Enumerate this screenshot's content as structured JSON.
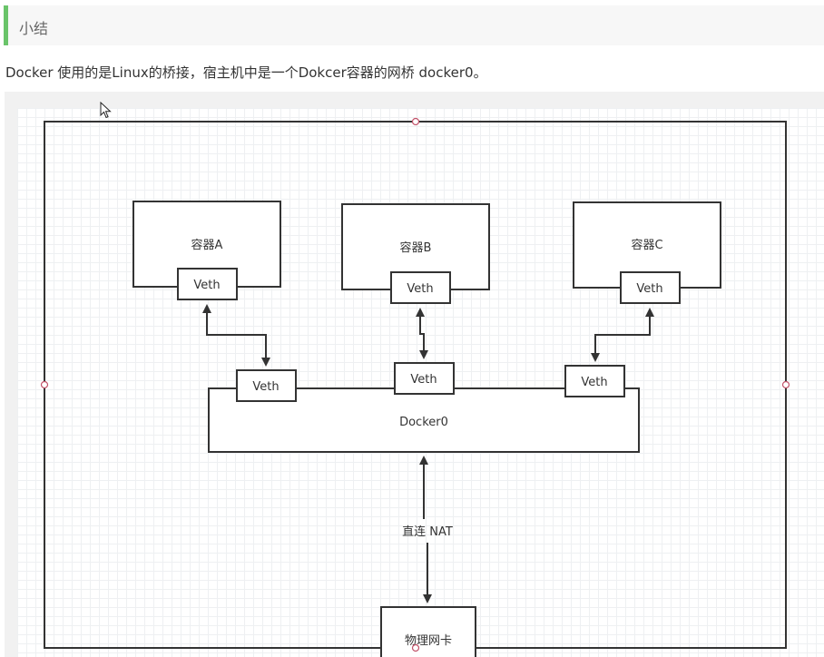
{
  "header": {
    "title": "小结"
  },
  "intro": {
    "text": "Docker 使用的是Linux的桥接，宿主机中是一个Dokcer容器的网桥  docker0。"
  },
  "diagram": {
    "containers": [
      {
        "name": "容器A",
        "veth": "Veth"
      },
      {
        "name": "容器B",
        "veth": "Veth"
      },
      {
        "name": "容器C",
        "veth": "Veth"
      }
    ],
    "bridge": {
      "name": "Docker0",
      "veths": [
        "Veth",
        "Veth",
        "Veth"
      ]
    },
    "link_label": "直连 NAT",
    "nic_label": "物理网卡",
    "stroke_color": "#333333",
    "selection_handle_color": "#c2536a"
  }
}
